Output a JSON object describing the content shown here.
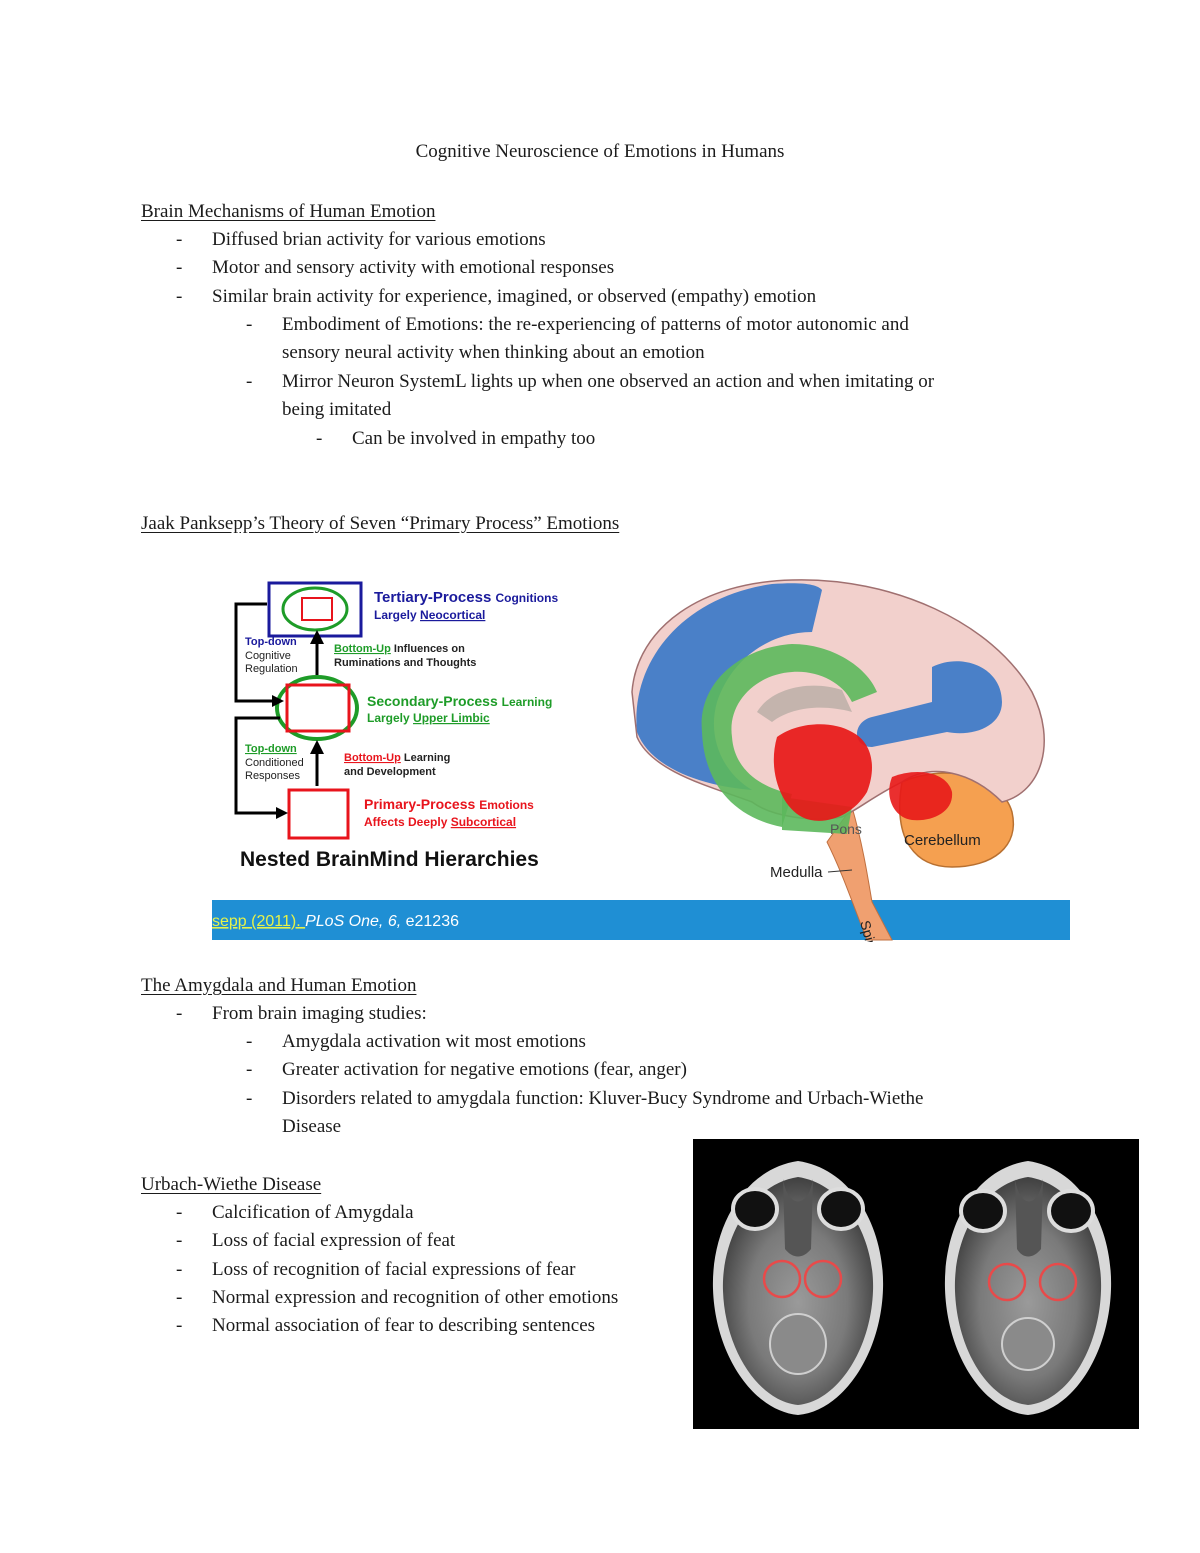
{
  "title": "Cognitive Neuroscience of Emotions in Humans",
  "sections": [
    {
      "heading": "Brain Mechanisms of Human Emotion",
      "items": [
        {
          "level": 1,
          "text": "Diffused brian activity for various emotions"
        },
        {
          "level": 1,
          "text": "Motor and sensory activity with emotional responses"
        },
        {
          "level": 1,
          "text": "Similar brain activity for experience, imagined, or observed (empathy) emotion"
        },
        {
          "level": 2,
          "text": "Embodiment of Emotions: the re-experiencing of patterns of motor autonomic and",
          "cont": "sensory neural activity when thinking about an emotion"
        },
        {
          "level": 2,
          "text": "Mirror Neuron SystemL lights up when one observed an action and when imitating or",
          "cont": "being imitated"
        },
        {
          "level": 3,
          "text": "Can be involved in empathy too"
        }
      ]
    },
    {
      "heading": "Jaak Panksepp’s Theory of Seven “Primary Process” Emotions",
      "items": []
    },
    {
      "heading": "The Amygdala and Human Emotion",
      "items": [
        {
          "level": 1,
          "text": "From brain imaging studies:"
        },
        {
          "level": 2,
          "text": "Amygdala activation wit most emotions"
        },
        {
          "level": 2,
          "text": "Greater activation for negative emotions (fear, anger)"
        },
        {
          "level": 2,
          "text": "Disorders related to amygdala function: Kluver-Bucy Syndrome and Urbach-Wiethe",
          "cont": "Disease"
        }
      ]
    },
    {
      "heading": "Urbach-Wiethe Disease",
      "items": [
        {
          "level": 1,
          "text": "Calcification of Amygdala"
        },
        {
          "level": 1,
          "text": "Loss of facial expression of feat"
        },
        {
          "level": 1,
          "text": "Loss of recognition of facial expressions of fear"
        },
        {
          "level": 1,
          "text": "Normal expression and recognition of other emotions"
        },
        {
          "level": 1,
          "text": "Normal association of fear to describing sentences"
        }
      ]
    }
  ],
  "dash": "-",
  "figure": {
    "tertiary_title_a": "Tertiary-Process",
    "tertiary_title_b": "Cognitions",
    "tertiary_sub_a": "Largely",
    "tertiary_sub_b": "Neocortical",
    "topdown_1_a": "Top-down",
    "topdown_1_b": "Cognitive",
    "topdown_1_c": "Regulation",
    "bottomup_1_a": "Bottom-Up",
    "bottomup_1_b": "Influences on",
    "bottomup_1_c": "Ruminations and Thoughts",
    "secondary_title_a": "Secondary-Process",
    "secondary_title_b": "Learning",
    "secondary_sub_a": "Largely",
    "secondary_sub_b": "Upper Limbic",
    "topdown_2_a": "Top-down",
    "topdown_2_b": "Conditioned",
    "topdown_2_c": "Responses",
    "bottomup_2_a": "Bottom-Up",
    "bottomup_2_b": "Learning",
    "bottomup_2_c": "and Development",
    "primary_title_a": "Primary-Process",
    "primary_title_b": "Emotions",
    "primary_sub_a": "Affects Deeply",
    "primary_sub_b": "Subcortical",
    "hierarchy_caption": "Nested BrainMind Hierarchies",
    "label_pons": "Pons",
    "label_cerebellum": "Cerebellum",
    "label_medulla": "Medulla",
    "label_spinal": "Spin",
    "citation_a": "sepp (2011). ",
    "citation_b": "PLoS One, 6,",
    "citation_c": " e21236"
  },
  "colors": {
    "blue_box": "#1a1a9c",
    "green": "#1e9c28",
    "red": "#e8141c",
    "citation_bar": "#1f8fd4",
    "citation_highlight": "#e6f24a"
  }
}
